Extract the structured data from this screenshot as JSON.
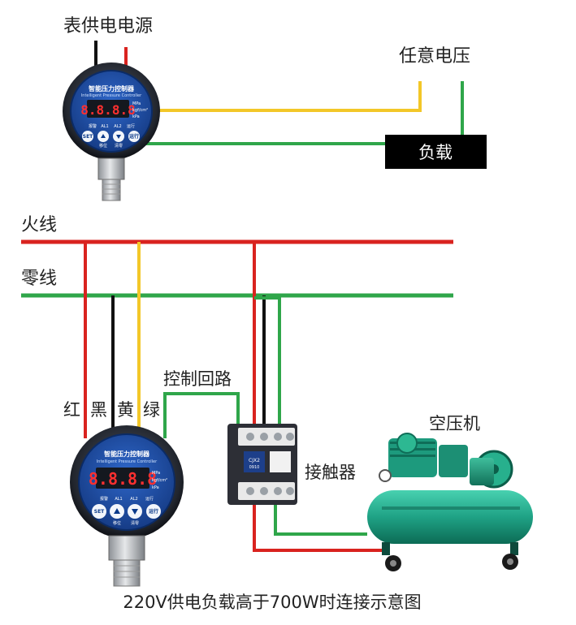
{
  "labels": {
    "meter_power": "表供电电源",
    "any_voltage": "任意电压",
    "load": "负载",
    "live_wire": "火线",
    "neutral_wire": "零线",
    "control_loop": "控制回路",
    "wire_red": "红",
    "wire_black": "黑",
    "wire_yellow": "黄",
    "wire_green": "绿",
    "contactor": "接触器",
    "compressor": "空压机",
    "caption": "220V供电负载高于700W时连接示意图"
  },
  "device": {
    "title": "智能压力控制器",
    "subtitle": "Intelligent Pressure Controller",
    "display": "8.8.8.8",
    "unit_mpa": "MPa",
    "unit_kgf": "kgf/cm²",
    "unit_kpa": "kPa",
    "key_set": "SET",
    "key_shift": "移位",
    "key_clear": "清零",
    "key_run": "运行",
    "key_alarm": "报警",
    "key_al1": "AL1",
    "key_al2": "AL2",
    "key_run_btn": "运行"
  },
  "contactor_device": {
    "model": "CJX2",
    "sub": "0910"
  },
  "colors": {
    "red": "#d9231f",
    "black": "#111111",
    "yellow": "#f3c728",
    "green": "#2fa64a",
    "device_blue": "#1f4fa8",
    "device_rim": "#2a2f38",
    "tank_green": "#24a98a",
    "load_box": "#000000"
  }
}
